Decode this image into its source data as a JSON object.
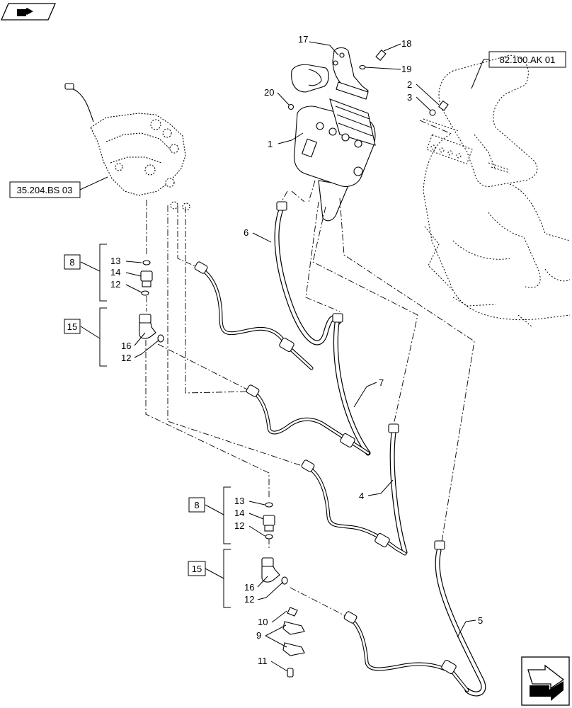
{
  "diagram": {
    "callouts": [
      {
        "id": "c17",
        "text": "17"
      },
      {
        "id": "c18",
        "text": "18"
      },
      {
        "id": "c19",
        "text": "19"
      },
      {
        "id": "c20",
        "text": "20"
      },
      {
        "id": "c2",
        "text": "2"
      },
      {
        "id": "c3",
        "text": "3"
      },
      {
        "id": "c1",
        "text": "1"
      },
      {
        "id": "c6",
        "text": "6"
      },
      {
        "id": "c7",
        "text": "7"
      },
      {
        "id": "c4",
        "text": "4"
      },
      {
        "id": "c5",
        "text": "5"
      },
      {
        "id": "c13a",
        "text": "13"
      },
      {
        "id": "c14a",
        "text": "14"
      },
      {
        "id": "c12a",
        "text": "12"
      },
      {
        "id": "c16a",
        "text": "16"
      },
      {
        "id": "c12b",
        "text": "12"
      },
      {
        "id": "c13b",
        "text": "13"
      },
      {
        "id": "c14b",
        "text": "14"
      },
      {
        "id": "c12c",
        "text": "12"
      },
      {
        "id": "c16b",
        "text": "16"
      },
      {
        "id": "c12d",
        "text": "12"
      },
      {
        "id": "c10",
        "text": "10"
      },
      {
        "id": "c9",
        "text": "9"
      },
      {
        "id": "c11",
        "text": "11"
      }
    ],
    "boxed_refs": {
      "ref_82100": "82.100.AK 01",
      "ref_35204": "35.204.BS 03",
      "kit8_top": "8",
      "kit15_top": "15",
      "kit8_bottom": "8",
      "kit15_bottom": "15"
    },
    "icons": {
      "top_left": "binder-book-icon",
      "bottom_right": "next-page-arrow-icon"
    }
  }
}
